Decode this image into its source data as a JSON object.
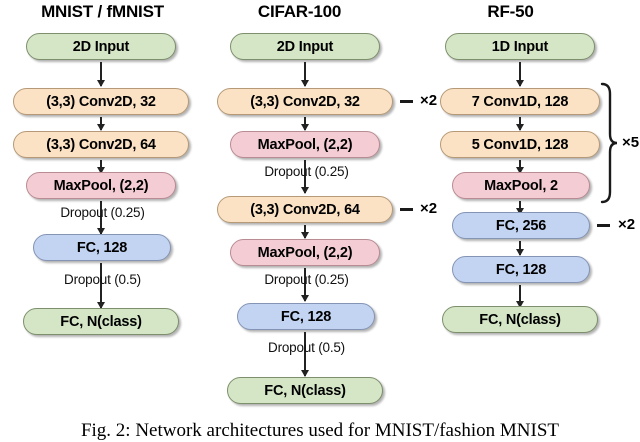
{
  "figure": {
    "caption": "Fig. 2: Network architectures used for MNIST/fashion MNIST",
    "colors": {
      "input_output_green": "#d4e6c6",
      "conv_orange": "#fbe2c4",
      "pool_pink": "#f4cdd4",
      "fc_blue": "#c3d4f2",
      "arrow": "#222222"
    }
  },
  "columns": [
    {
      "title": "MNIST / fMNIST",
      "nodes": [
        {
          "label": "2D Input",
          "kind": "green"
        },
        {
          "label": "(3,3) Conv2D, 32",
          "kind": "orange"
        },
        {
          "label": "(3,3) Conv2D, 64",
          "kind": "orange"
        },
        {
          "label": "MaxPool, (2,2)",
          "kind": "pink"
        },
        {
          "label": "FC, 128",
          "kind": "blue"
        },
        {
          "label": "FC, N(class)",
          "kind": "green"
        }
      ],
      "edge_labels": [
        {
          "label": "Dropout (0.25)",
          "after_node": 3
        },
        {
          "label": "Dropout (0.5)",
          "after_node": 4
        }
      ],
      "repeats": []
    },
    {
      "title": "CIFAR-100",
      "nodes": [
        {
          "label": "2D Input",
          "kind": "green"
        },
        {
          "label": "(3,3) Conv2D, 32",
          "kind": "orange"
        },
        {
          "label": "MaxPool, (2,2)",
          "kind": "pink"
        },
        {
          "label": "(3,3) Conv2D, 64",
          "kind": "orange"
        },
        {
          "label": "MaxPool, (2,2)",
          "kind": "pink"
        },
        {
          "label": "FC, 128",
          "kind": "blue"
        },
        {
          "label": "FC, N(class)",
          "kind": "green"
        }
      ],
      "edge_labels": [
        {
          "label": "Dropout (0.25)",
          "after_node": 2
        },
        {
          "label": "Dropout (0.25)",
          "after_node": 4
        },
        {
          "label": "Dropout (0.5)",
          "after_node": 5
        }
      ],
      "repeats": [
        {
          "label": "×2",
          "node": 1
        },
        {
          "label": "×2",
          "node": 3
        }
      ]
    },
    {
      "title": "RF-50",
      "nodes": [
        {
          "label": "1D Input",
          "kind": "green"
        },
        {
          "label": "7 Conv1D, 128",
          "kind": "orange"
        },
        {
          "label": "5 Conv1D, 128",
          "kind": "orange"
        },
        {
          "label": "MaxPool, 2",
          "kind": "pink"
        },
        {
          "label": "FC, 256",
          "kind": "blue"
        },
        {
          "label": "FC, 128",
          "kind": "blue"
        },
        {
          "label": "FC, N(class)",
          "kind": "green"
        }
      ],
      "edge_labels": [],
      "repeats": [
        {
          "label": "×5",
          "brace_nodes": [
            1,
            3
          ]
        },
        {
          "label": "×2",
          "node": 4
        }
      ]
    }
  ]
}
